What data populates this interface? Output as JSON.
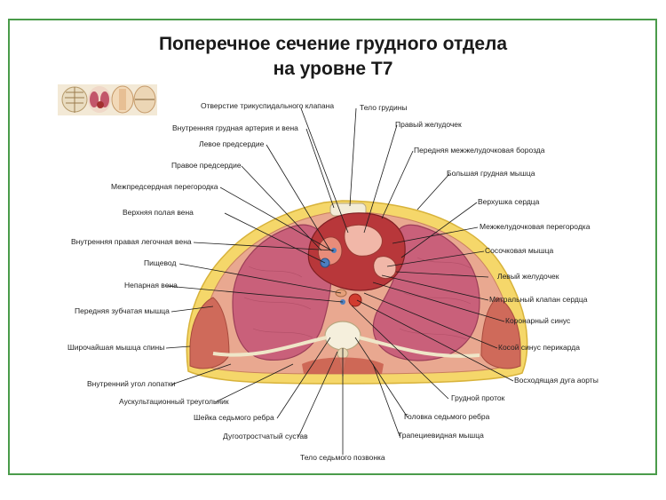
{
  "title": {
    "line1": "Поперечное сечение грудного отдела",
    "line2": "на уровне Т7"
  },
  "labels": {
    "tricuspid_opening": "Отверстие трикуспидального клапана",
    "sternum_body": "Тело грудины",
    "right_ventricle": "Правый желудочек",
    "internal_thoracic": "Внутренняя грудная артерия и вена",
    "left_atrium": "Левое предсердие",
    "anterior_groove": "Передняя межжелудочковая борозда",
    "right_atrium": "Правое предсердие",
    "pectoralis_major": "Большая грудная мышца",
    "interatrial_septum": "Межпредсердная перегородка",
    "apex": "Верхушка сердца",
    "svc": "Верхняя полая вена",
    "ivs": "Межжелудочковая перегородка",
    "pulm_vein": "Внутренняя правая легочная вена",
    "papillary": "Сосочковая мышца",
    "esophagus": "Пищевод",
    "left_ventricle": "Левый желудочек",
    "azygos": "Непарная вена",
    "mitral": "Митральный клапан сердца",
    "serratus": "Передняя зубчатая мышца",
    "coronary_sinus": "Коронарный синус",
    "latissimus": "Широчайшая мышца спины",
    "oblique_sinus": "Косой синус перикарда",
    "scapula_angle": "Внутренний угол лопатки",
    "aorta": "Восходящая дуга аорты",
    "auscultation": "Аускультационный треугольник",
    "thoracic_duct": "Грудной проток",
    "rib_neck": "Шейка седьмого ребра",
    "rib_head": "Головка седьмого ребра",
    "costotransverse": "Дугоотростчатый сустав",
    "trapezius": "Трапециевидная мышца",
    "vertebra_body": "Тело седьмого позвонка"
  }
}
